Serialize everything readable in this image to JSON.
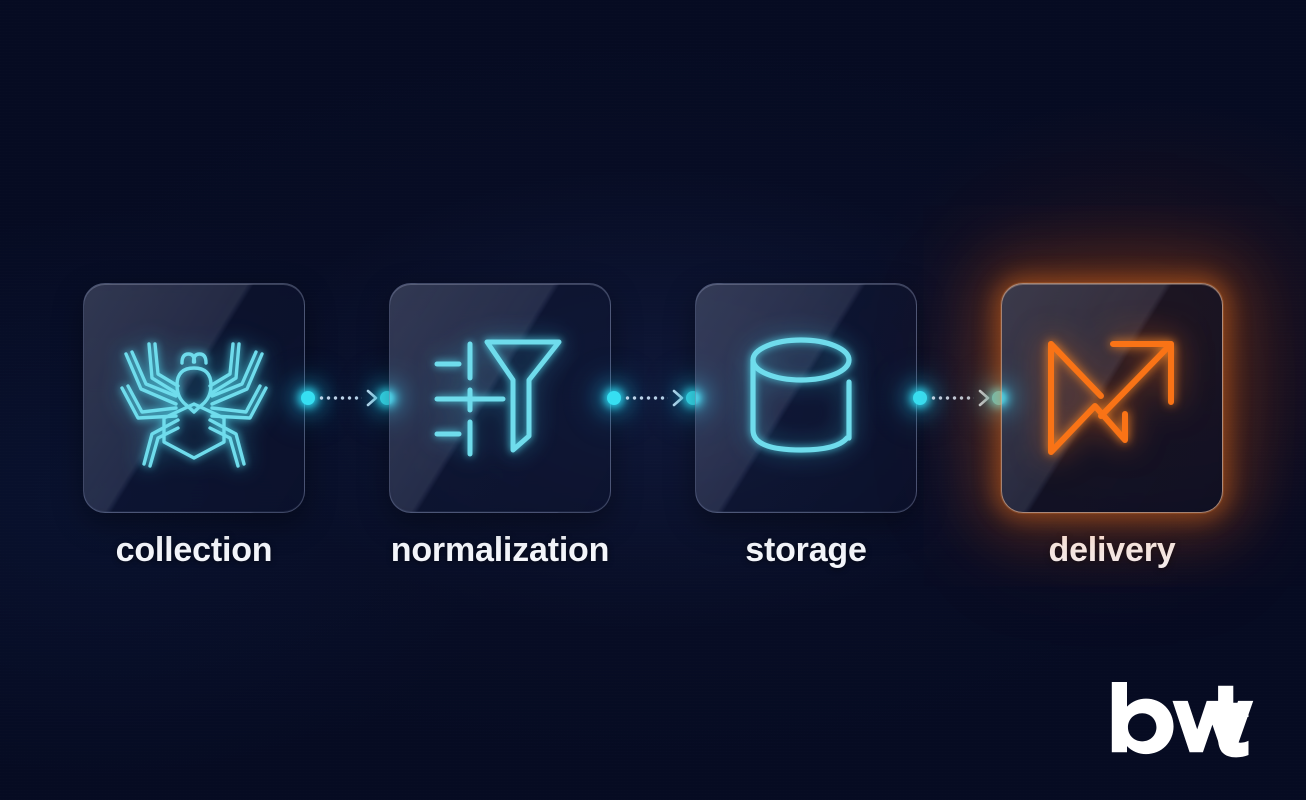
{
  "page": {
    "background_color": "#060b22",
    "accent_cyan": "#36dff2",
    "accent_orange": "#f97316",
    "label_color": "#f4f6fb"
  },
  "pipeline": {
    "stages": [
      {
        "id": "collection",
        "label": "collection",
        "icon": "spider-icon",
        "highlighted": false,
        "icon_color": "#6fdcec"
      },
      {
        "id": "normalization",
        "label": "normalization",
        "icon": "filter-funnel-icon",
        "highlighted": false,
        "icon_color": "#6fdcec"
      },
      {
        "id": "storage",
        "label": "storage",
        "icon": "database-cylinder-icon",
        "highlighted": false,
        "icon_color": "#6fdcec"
      },
      {
        "id": "delivery",
        "label": "delivery",
        "icon": "trending-arrow-icon",
        "highlighted": true,
        "icon_color": "#f97316"
      }
    ],
    "connectors": [
      {
        "id": "collection-to-normalization",
        "style": "dotted-arrow"
      },
      {
        "id": "normalization-to-storage",
        "style": "dotted-arrow"
      },
      {
        "id": "storage-to-delivery",
        "style": "dotted-arrow"
      }
    ]
  },
  "logo": {
    "name": "bwt-logo",
    "text": "bwt",
    "color": "#ffffff"
  }
}
